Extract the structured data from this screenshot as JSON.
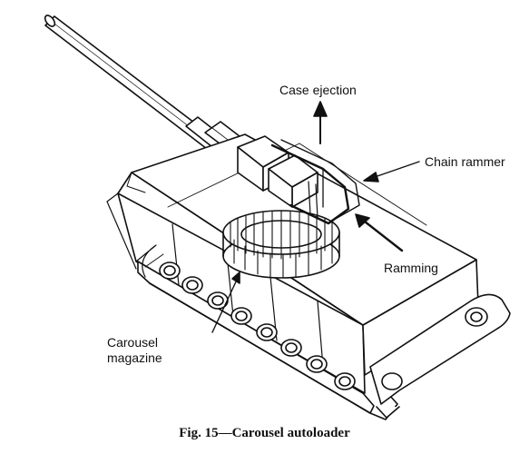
{
  "labels": {
    "case_ejection": "Case ejection",
    "chain_rammer": "Chain rammer",
    "ramming": "Ramming",
    "carousel_line1": "Carousel",
    "carousel_line2": "magazine"
  },
  "caption": "Fig. 15—Carousel autoloader",
  "colors": {
    "ink": "#111111",
    "paper": "#ffffff",
    "shade": "#cfcfcf"
  }
}
